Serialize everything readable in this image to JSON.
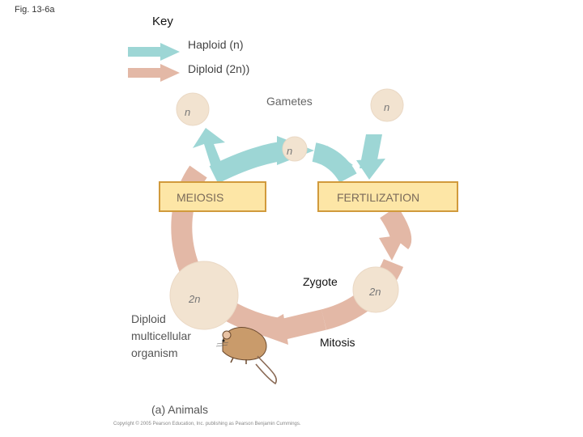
{
  "figure_label": "Fig. 13-6a",
  "key": {
    "title": "Key",
    "haploid_label": "Haploid (n)",
    "diploid_label": "Diploid (2n))"
  },
  "labels": {
    "gametes": "Gametes",
    "gamete_ploidy": "n",
    "meiosis": "MEIOSIS",
    "fertilization": "FERTILIZATION",
    "zygote": "Zygote",
    "zygote_ploidy": "2n",
    "organism_ploidy": "2n",
    "organism_line1": "Diploid",
    "organism_line2": "multicellular",
    "organism_line3": "organism",
    "mitosis": "Mitosis",
    "caption": "(a) Animals",
    "copyright": "Copyright © 2005 Pearson Education, Inc. publishing as Pearson Benjamin Cummings."
  },
  "colors": {
    "haploid": "#9dd6d5",
    "diploid": "#e3b8a6",
    "cell": "#f2e3d0",
    "box_fill": "#fde6a6",
    "box_border": "#d19a3c"
  }
}
